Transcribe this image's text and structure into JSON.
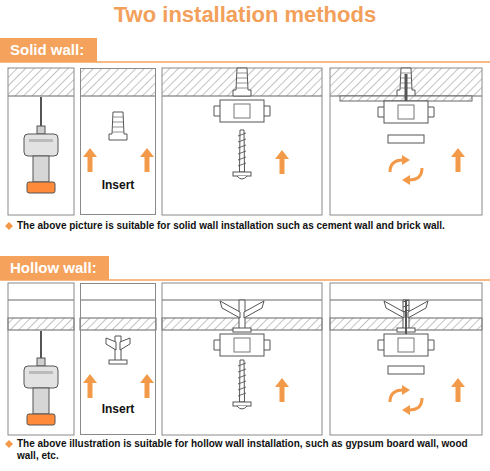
{
  "diagram": {
    "title": "Two installation methods",
    "nodes": [
      {
        "text": [
          "Solid wall:"
        ]
      },
      {
        "text": [
          "Insert"
        ]
      },
      {
        "text": [
          "Hollow wall:"
        ]
      },
      {
        "text": [
          "Insert"
        ]
      }
    ],
    "labels": [
      "The above picture is suitable for solid wall installation such as cement wall and brick wall.",
      "The above illustration is suitable for hollow wall installation, such as gypsum board wall, wood wall, etc."
    ]
  }
}
